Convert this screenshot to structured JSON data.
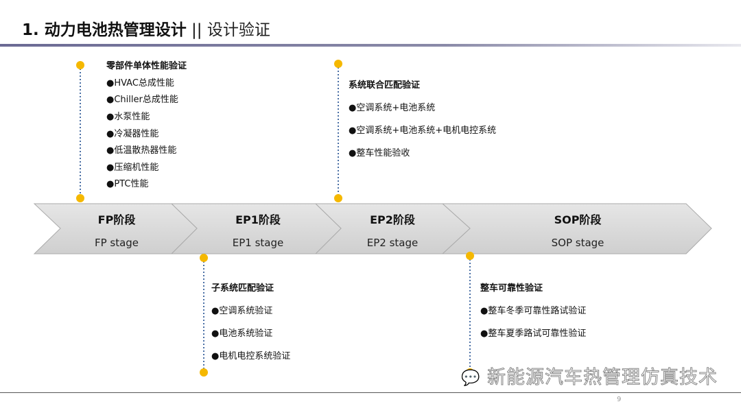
{
  "header": {
    "title_bold": "1. 动力电池热管理设计",
    "separator": " || ",
    "title_sub": "设计验证"
  },
  "colors": {
    "accent": "#F5B800",
    "chevron": "#D9D9D9",
    "dotted_line": "#4A6FA5"
  },
  "stages": [
    {
      "title": "FP阶段",
      "subtitle": "FP stage"
    },
    {
      "title": "EP1阶段",
      "subtitle": "EP1 stage"
    },
    {
      "title": "EP2阶段",
      "subtitle": "EP2 stage"
    },
    {
      "title": "SOP阶段",
      "subtitle": "SOP stage"
    }
  ],
  "groups": [
    {
      "heading": "零部件单体性能验证",
      "items": [
        "●HVAC总成性能",
        "●Chiller总成性能",
        "●水泵性能",
        "●冷凝器性能",
        "●低温散热器性能",
        "●压缩机性能",
        "●PTC性能"
      ]
    },
    {
      "heading": "系统联合匹配验证",
      "items": [
        "●空调系统+电池系统",
        "●空调系统+电池系统+电机电控系统",
        "●整车性能验收"
      ]
    },
    {
      "heading": "子系统匹配验证",
      "items": [
        "●空调系统验证",
        "●电池系统验证",
        "●电机电控系统验证"
      ]
    },
    {
      "heading": "整车可靠性验证",
      "items": [
        "●整车冬季可靠性路试验证",
        "●整车夏季路试可靠性验证"
      ]
    }
  ],
  "footer": {
    "watermark": "新能源汽车热管理仿真技术",
    "page_number": "9"
  }
}
